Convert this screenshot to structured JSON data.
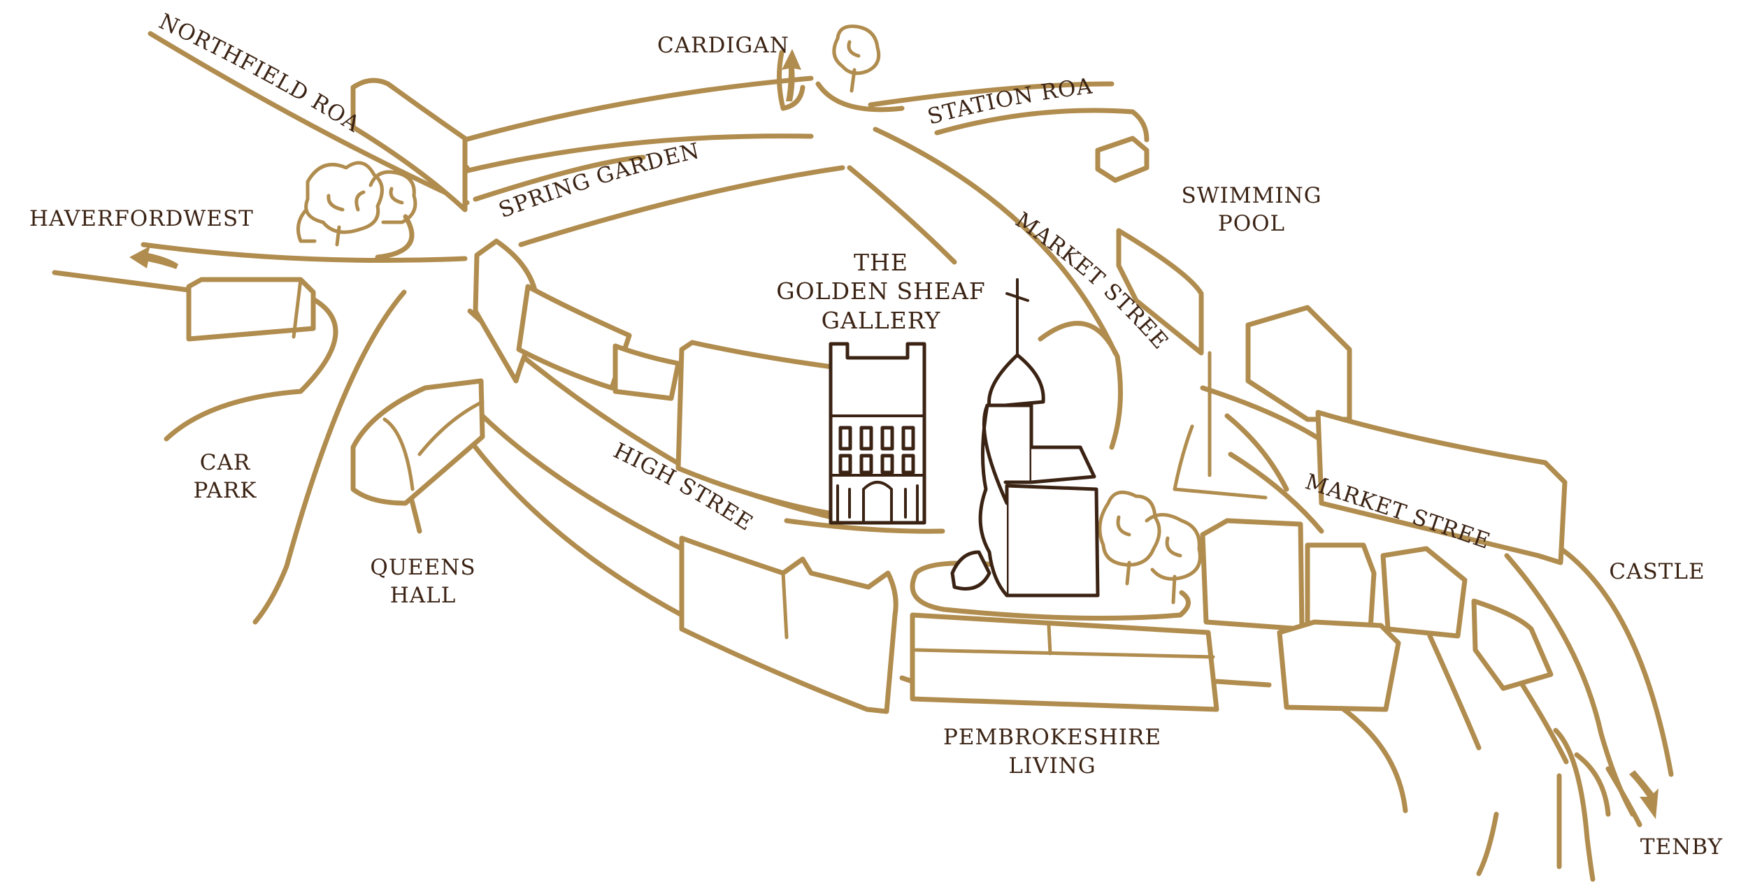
{
  "colors": {
    "line": "#b08c4e",
    "text": "#3b2314"
  },
  "labels": {
    "northfield_road": "NORTHFIELD ROAD",
    "cardigan": "CARDIGAN",
    "station_road": "STATION ROAD",
    "spring_gardens": "SPRING GARDENS",
    "haverfordwest": "HAVERFORDWEST",
    "swimming_pool_1": "SWIMMING",
    "swimming_pool_2": "POOL",
    "gallery_1": "THE",
    "gallery_2": "GOLDEN SHEAF",
    "gallery_3": "GALLERY",
    "market_street_upper": "MARKET STREET",
    "market_street_lower": "MARKET STREET",
    "car_park_1": "CAR",
    "car_park_2": "PARK",
    "high_street": "HIGH STREET",
    "queens_hall_1": "QUEENS",
    "queens_hall_2": "HALL",
    "castle": "CASTLE",
    "pembrokeshire_living_1": "PEMBROKESHIRE",
    "pembrokeshire_living_2": "LIVING",
    "tenby": "TENBY"
  }
}
